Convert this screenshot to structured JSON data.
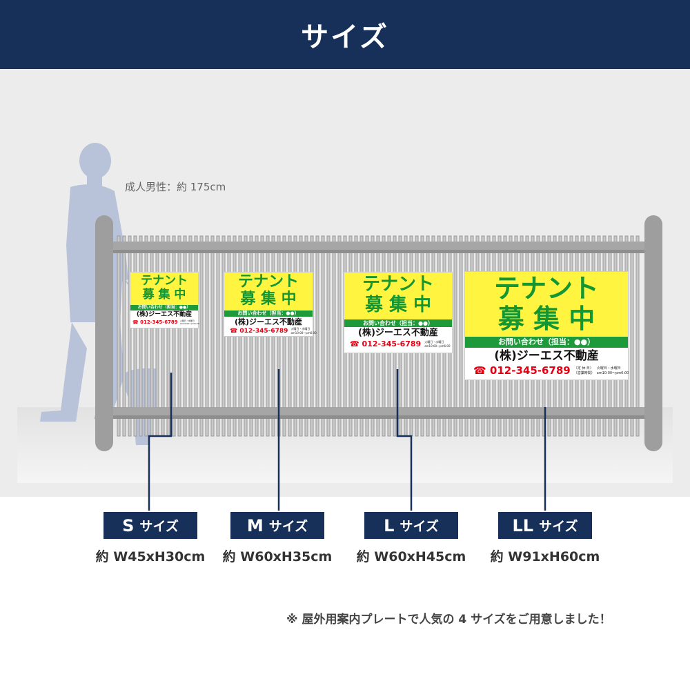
{
  "header": {
    "title": "サイズ"
  },
  "person": {
    "label": "成人男性：約 175cm"
  },
  "sign": {
    "title_line1": "テナント",
    "title_line2": "募 集 中",
    "contact": "お問い合わせ（担当：●●）",
    "company": "(株)ジーエス不動産",
    "phone": "☎ 012-345-6789",
    "info_keys": "（定 休 日）\n（営業時間）",
    "info_values": "火曜日・水曜日\nam10:00〜pm6:00"
  },
  "sizes": [
    {
      "code": "S",
      "suffix": "サイズ",
      "dimension": "約 W45xH30cm"
    },
    {
      "code": "M",
      "suffix": "サイズ",
      "dimension": "約 W60xH35cm"
    },
    {
      "code": "L",
      "suffix": "サイズ",
      "dimension": "約 W60xH45cm"
    },
    {
      "code": "LL",
      "suffix": "サイズ",
      "dimension": "約 W91xH60cm"
    }
  ],
  "footnote": "※ 屋外用案内プレートで人気の 4 サイズをご用意しました！",
  "colors": {
    "navy": "#17305a",
    "sign_yellow": "#fff43f",
    "sign_green": "#1f9a3a",
    "phone_red": "#e60012"
  }
}
